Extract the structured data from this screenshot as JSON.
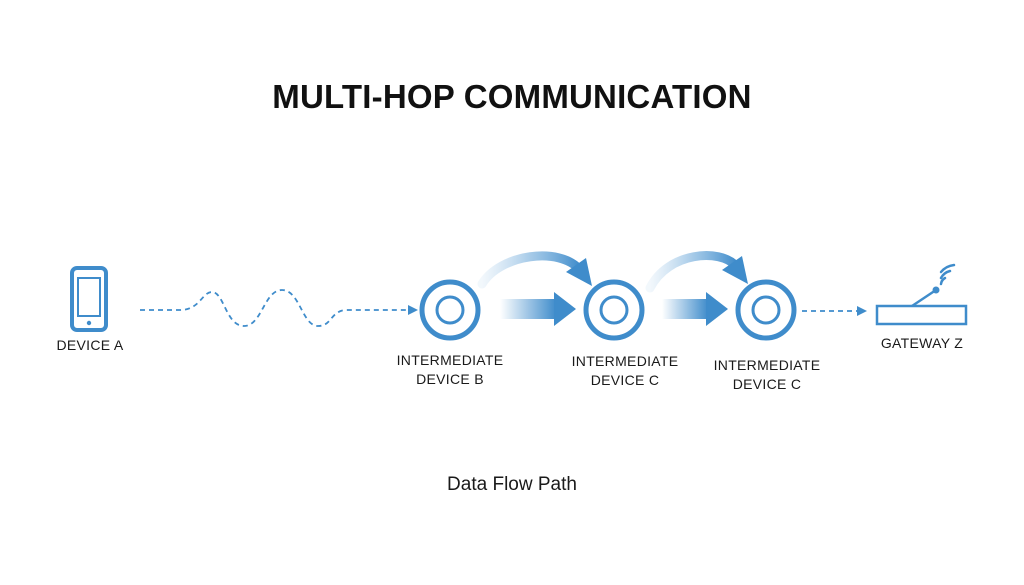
{
  "title": "MULTI-HOP COMMUNICATION",
  "nodes": {
    "device_a": "DEVICE A",
    "intermediate_b": {
      "line1": "INTERMEDIATE",
      "line2": "DEVICE B"
    },
    "intermediate_c1": {
      "line1": "INTERMEDIATE",
      "line2": "DEVICE C"
    },
    "intermediate_c2": {
      "line1": "INTERMEDIATE",
      "line2": "DEVICE C"
    },
    "gateway_z": "GATEWAY Z"
  },
  "caption": "Data Flow Path",
  "colors": {
    "accent": "#3f8ccb",
    "accent_light": "#a9cdea",
    "text": "#1a1a1a"
  },
  "icons": [
    "smartphone-icon",
    "relay-node-icon",
    "gateway-router-icon",
    "wifi-signal-icon"
  ]
}
